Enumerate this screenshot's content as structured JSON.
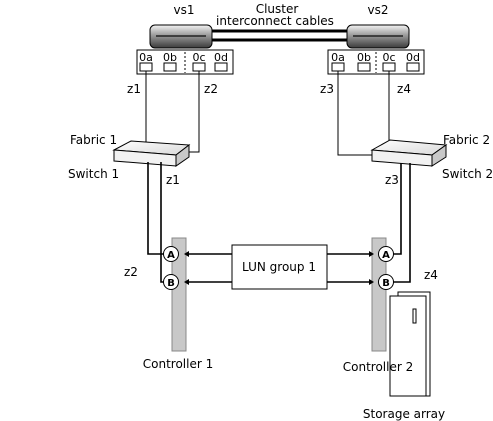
{
  "cluster_label_line1": "Cluster",
  "cluster_label_line2": "interconnect cables",
  "nodes": [
    {
      "name": "vs1",
      "ports": [
        "0a",
        "0b",
        "0c",
        "0d"
      ]
    },
    {
      "name": "vs2",
      "ports": [
        "0a",
        "0b",
        "0c",
        "0d"
      ]
    }
  ],
  "zones": {
    "z1_top": "z1",
    "z2_top": "z2",
    "z3_top": "z3",
    "z4_top": "z4",
    "z1_mid": "z1",
    "z3_mid": "z3",
    "z2_left": "z2",
    "z4_right": "z4"
  },
  "fabrics": [
    {
      "fabric": "Fabric 1",
      "switch": "Switch 1"
    },
    {
      "fabric": "Fabric 2",
      "switch": "Switch 2"
    }
  ],
  "lun_group": "LUN group 1",
  "controllers": [
    "Controller 1",
    "Controller 2"
  ],
  "controller_ports": [
    "A",
    "B"
  ],
  "storage_array": "Storage array"
}
